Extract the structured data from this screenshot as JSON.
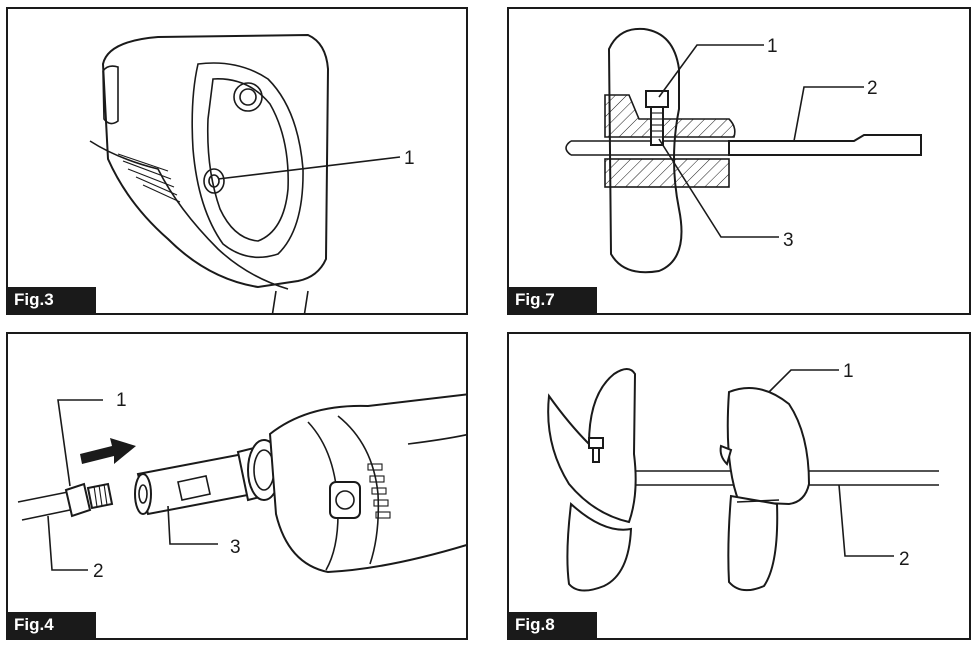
{
  "figures": [
    {
      "label": "Fig.3",
      "callouts": [
        "1"
      ]
    },
    {
      "label": "Fig.7",
      "callouts": [
        "1",
        "2",
        "3"
      ]
    },
    {
      "label": "Fig.4",
      "callouts": [
        "1",
        "2",
        "3"
      ]
    },
    {
      "label": "Fig.8",
      "callouts": [
        "1",
        "2"
      ]
    }
  ]
}
